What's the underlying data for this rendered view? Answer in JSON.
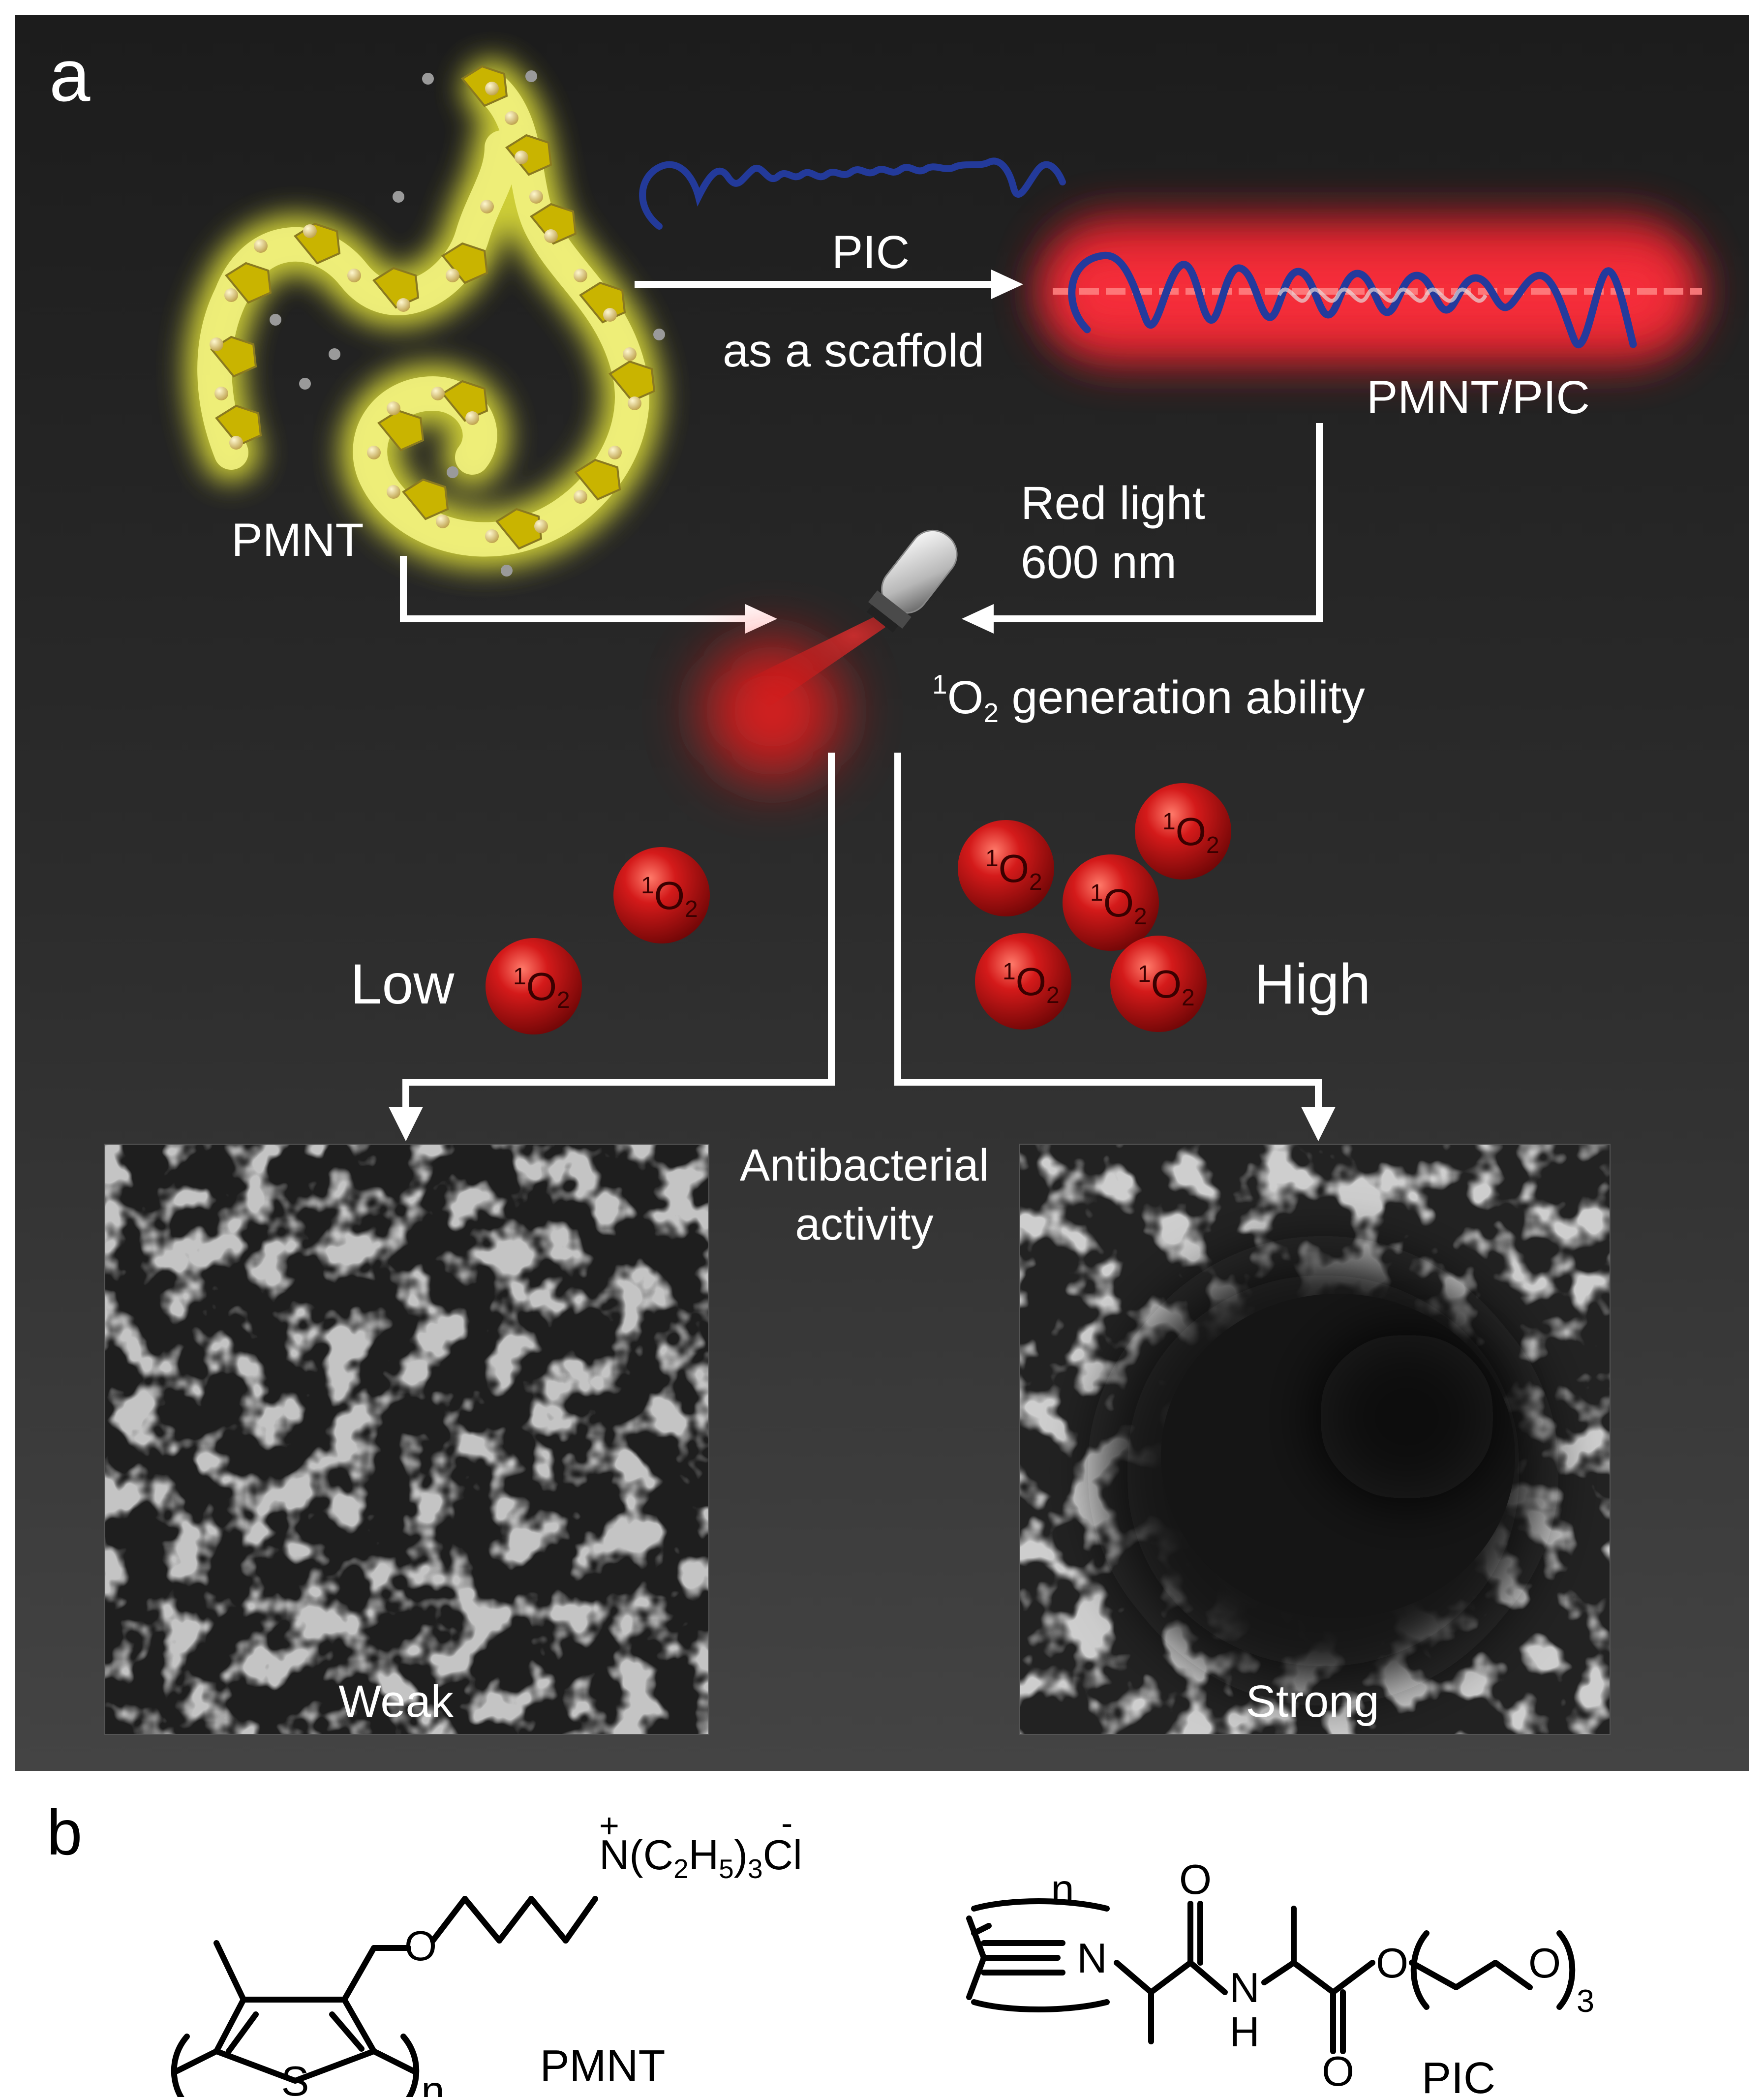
{
  "panel_a": {
    "letter": "a",
    "pmnt_label": "PMNT",
    "pic_arrow_label": "PIC",
    "scaffold_label": "as a scaffold",
    "pmnt_pic_label": "PMNT/PIC",
    "red_light_line1": "Red light",
    "red_light_line2": "600 nm",
    "generation": {
      "pre": "1",
      "O": "O",
      "sub": "2",
      "rest": " generation ability"
    },
    "low_label": "Low",
    "high_label": "High",
    "singlet_oxygen": {
      "pre": "1",
      "O": "O",
      "sub": "2"
    },
    "antibacterial_line1": "Antibacterial",
    "antibacterial_line2": "activity",
    "weak_label": "Weak",
    "strong_label": "Strong"
  },
  "panel_b": {
    "letter": "b",
    "pmnt_name": "PMNT",
    "pic_name": "PIC",
    "pmnt_substituent": {
      "N": "N",
      "charge_plus": "+",
      "paren_open": "(C",
      "sub2": "2",
      "H": "H",
      "sub5": "5",
      "paren_close": ")",
      "sub3": "3",
      "Cl": "Cl",
      "charge_minus": "-"
    },
    "atoms": {
      "O": "O",
      "S": "S",
      "N": "N",
      "H": "H",
      "n": "n",
      "sub3": "3"
    }
  },
  "colors": {
    "panel_bg": "#2a2a2a",
    "glow_yellow": "#d9d936",
    "glow_red": "#e0202a",
    "helix_blue": "#2a3f9a",
    "oxygen_red": "#d01a1a",
    "arrow_white": "#ffffff"
  }
}
